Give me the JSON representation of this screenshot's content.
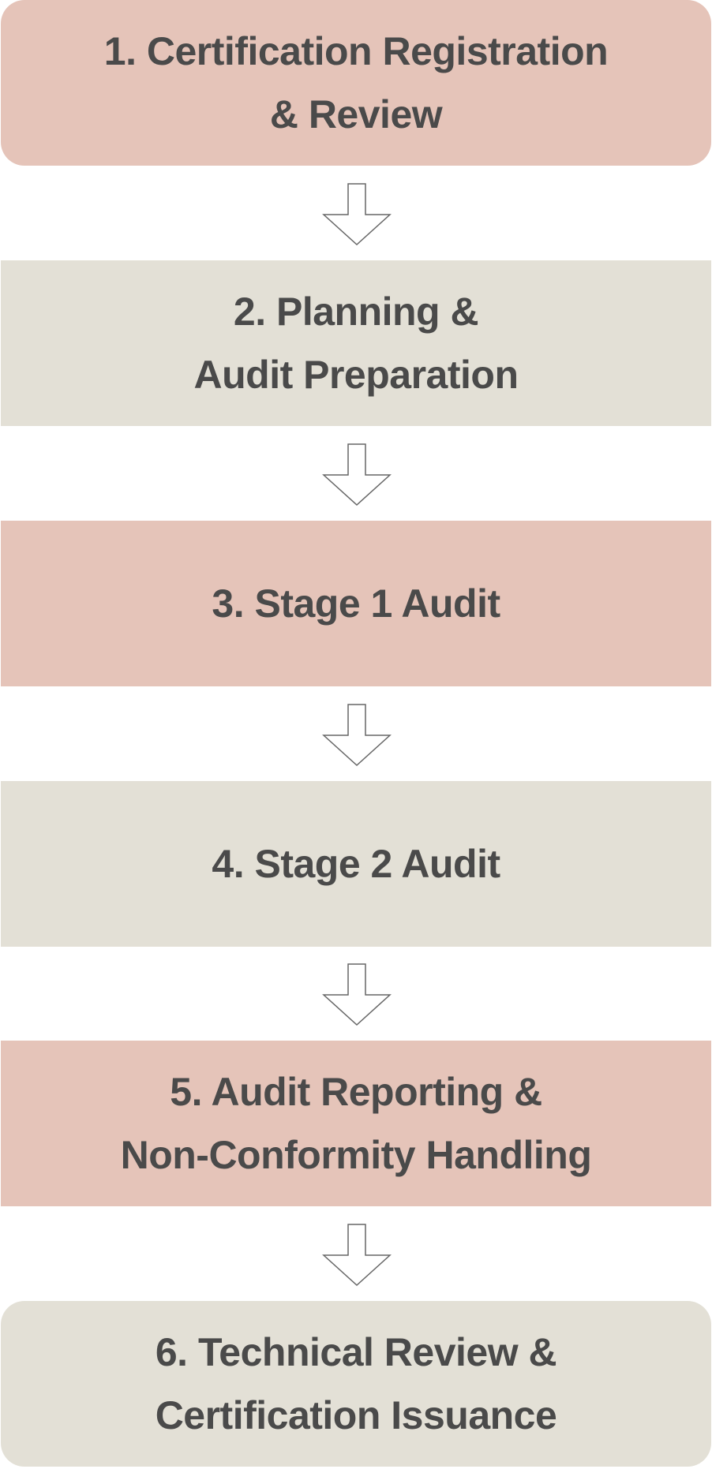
{
  "steps": [
    {
      "label": "1. Certification Registration\n& Review",
      "color": "#e5c4b9"
    },
    {
      "label": "2. Planning &\nAudit Preparation",
      "color": "#e3e0d6"
    },
    {
      "label": "3. Stage 1 Audit",
      "color": "#e5c4b9"
    },
    {
      "label": "4. Stage 2 Audit",
      "color": "#e3e0d6"
    },
    {
      "label": "5. Audit Reporting &\nNon-Conformity Handling",
      "color": "#e5c4b9"
    },
    {
      "label": "6. Technical Review &\nCertification Issuance",
      "color": "#e3e0d6"
    }
  ],
  "connector_icon": "down-arrow-outline-icon"
}
